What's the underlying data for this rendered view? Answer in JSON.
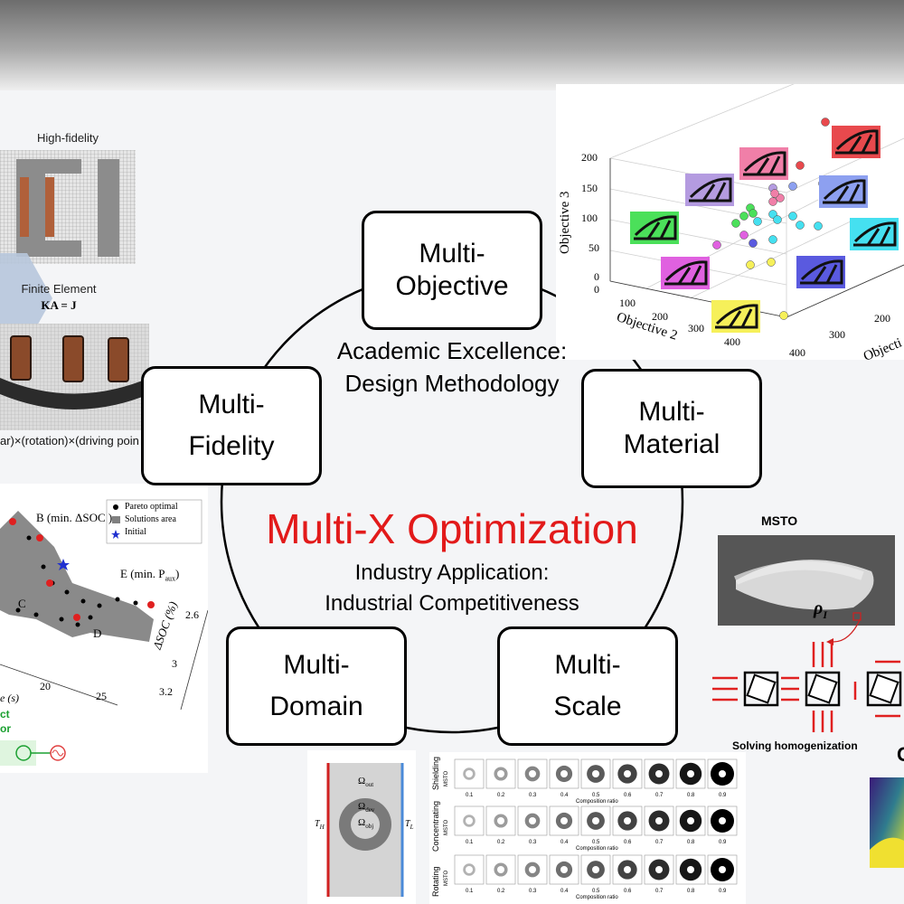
{
  "center": {
    "title": "Multi-X Optimization",
    "academic_line1": "Academic Excellence:",
    "academic_line2": "Design Methodology",
    "industry_line1": "Industry Application:",
    "industry_line2": "Industrial Competitiveness"
  },
  "nodes": {
    "objective": [
      "Multi-",
      "Objective"
    ],
    "fidelity": [
      "Multi-",
      "Fidelity"
    ],
    "material": [
      "Multi-",
      "Material"
    ],
    "domain": [
      "Multi-",
      "Domain"
    ],
    "scale": [
      "Multi-",
      "Scale"
    ]
  },
  "fidelity_panel": {
    "high_fidelity": "High-fidelity",
    "finite_element": "Finite Element",
    "equation": "KA = J",
    "driving": "ar)×(rotation)×(driving poin"
  },
  "pareto_panel": {
    "legend": [
      "Pareto optimal",
      "Solutions area",
      "Initial"
    ],
    "B": "B (min. ΔSOC )",
    "C": "C",
    "D": "D",
    "E": "E (min. P",
    "E_sub": "aux",
    "E_close": ")",
    "axis_soc": "ΔSOC (%)",
    "soc_ticks": [
      "2.6",
      "3",
      "3.2"
    ],
    "time_ticks": [
      "20",
      "25"
    ],
    "time_label": "e (s)",
    "green_1": "ct",
    "green_2": "or"
  },
  "objective_panel": {
    "zlabel": "Objective 3",
    "ylabel": "Objective 2",
    "xlabel": "Objecti",
    "z_ticks": [
      "200",
      "150",
      "100",
      "50",
      "0"
    ],
    "y_ticks": [
      "0",
      "100",
      "200",
      "300",
      "400"
    ],
    "x_ticks": [
      "400",
      "300",
      "200"
    ],
    "colors": [
      "#e8494d",
      "#f07fa8",
      "#b49be0",
      "#8da0f0",
      "#45e0f0",
      "#4be05a",
      "#e061e0",
      "#5a5adf",
      "#f6f05a"
    ]
  },
  "msto_panel": {
    "title": "MSTO",
    "rho": "ρ",
    "rho_sub": "I",
    "caption": "Solving homogenization",
    "cut": "C"
  },
  "domain_panel": {
    "omega_out": "Ω",
    "omega_out_sub": "out",
    "omega_dev": "Ω",
    "omega_dev_sub": "dev",
    "omega_obj": "Ω",
    "omega_obj_sub": "obj",
    "TH": "T",
    "TH_sub": "H",
    "TL": "T",
    "TL_sub": "L"
  },
  "ratio_panel": {
    "rows": [
      "Shielding",
      "Concentrating",
      "Rotating"
    ],
    "method": "MSTO",
    "ticks": [
      "0.1",
      "0.2",
      "0.3",
      "0.4",
      "0.5",
      "0.6",
      "0.7",
      "0.8",
      "0.9"
    ],
    "axis": "Composition ratio"
  }
}
